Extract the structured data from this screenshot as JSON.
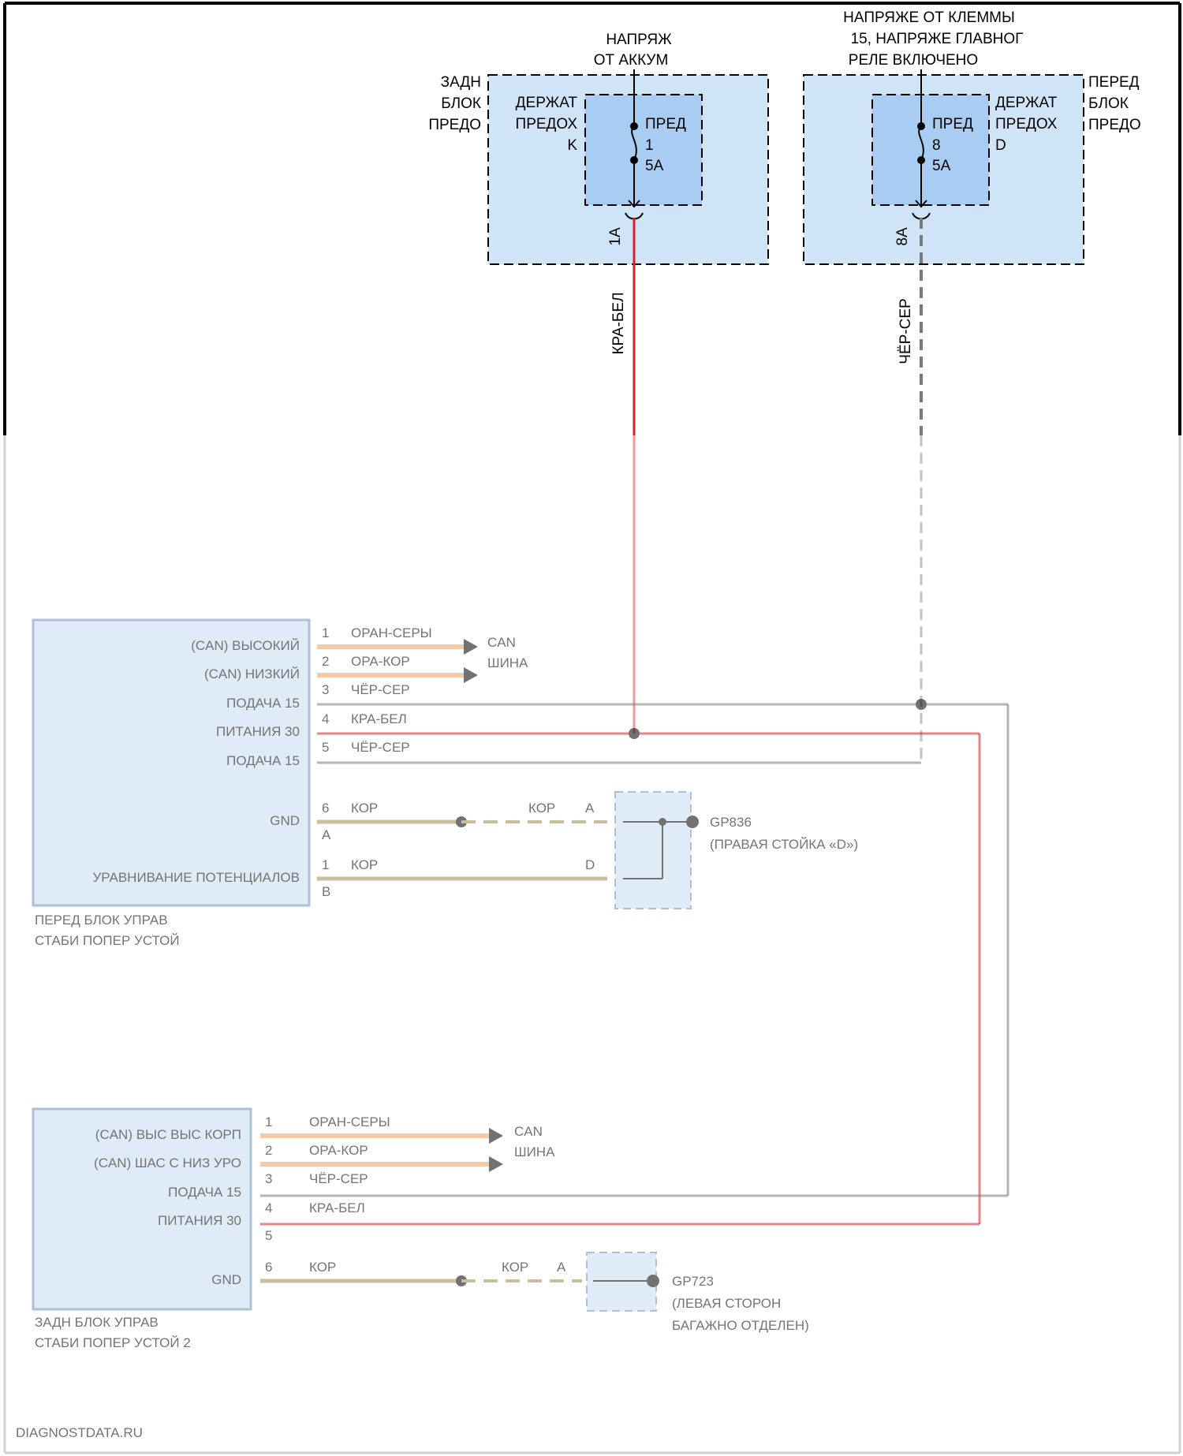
{
  "top_supplies": {
    "battery_voltage": [
      "НАПРЯЖ",
      "ОТ АККУМ"
    ],
    "terminal15_voltage": [
      "НАПРЯЖЕ ОТ КЛЕММЫ",
      "15, НАПРЯЖЕ ГЛАВНОГ",
      "РЕЛЕ ВКЛЮЧЕНО"
    ]
  },
  "rear_fuse_box": {
    "outer_label": [
      "ЗАДН",
      "БЛОК",
      "ПРЕДО"
    ],
    "holder_label": [
      "ДЕРЖАТ",
      "ПРЕДОХ",
      "K"
    ],
    "fuse_label": [
      "ПРЕД",
      "1",
      "5A"
    ],
    "terminal": "1A",
    "wire_color": "КРА-БЕЛ"
  },
  "front_fuse_box": {
    "outer_label": [
      "ПЕРЕД",
      "БЛОК",
      "ПРЕДО"
    ],
    "holder_label": [
      "ДЕРЖАТ",
      "ПРЕДОХ",
      "D"
    ],
    "fuse_label": [
      "ПРЕД",
      "8",
      "5A"
    ],
    "terminal": "8A",
    "wire_color": "ЧЁР-СЕР"
  },
  "front_module": {
    "name": [
      "ПЕРЕД БЛОК УПРАВ",
      "СТАБИ ПОПЕР УСТОЙ"
    ],
    "pins": [
      {
        "pin": "1",
        "label": "(CAN) ВЫСОКИЙ",
        "wire": "ОРАН-СЕРЫ"
      },
      {
        "pin": "2",
        "label": "(CAN) НИЗКИЙ",
        "wire": "ОРА-КОР"
      },
      {
        "pin": "3",
        "label": "ПОДАЧА 15",
        "wire": "ЧЁР-СЕР"
      },
      {
        "pin": "4",
        "label": "ПИТАНИЯ 30",
        "wire": "КРА-БЕЛ"
      },
      {
        "pin": "5",
        "label": "ПОДАЧА 15",
        "wire": "ЧЁР-СЕР"
      },
      {
        "pin": "6",
        "label": "GND",
        "wire": "КОР"
      },
      {
        "pin": "1",
        "label": "УРАВНИВАНИЕ ПОТЕНЦИАЛОВ",
        "wire": "КОР"
      }
    ],
    "can_label": [
      "CAN",
      "ШИНА"
    ],
    "sub_pins": [
      "A",
      "B"
    ],
    "gnd_wire2": "КОР",
    "gnd_conn_a": "A",
    "gnd_conn_d": "D",
    "ground_point": [
      "GP836",
      "(ПРАВАЯ СТОЙКА «D»)"
    ]
  },
  "rear_module": {
    "name": [
      "ЗАДН БЛОК УПРАВ",
      "СТАБИ ПОПЕР УСТОЙ 2"
    ],
    "pins": [
      {
        "pin": "1",
        "label": "(CAN) ВЫС ВЫС КОРП",
        "wire": "ОРАН-СЕРЫ"
      },
      {
        "pin": "2",
        "label": "(CAN) ШАС С НИЗ УРО",
        "wire": "ОРА-КОР"
      },
      {
        "pin": "3",
        "label": "ПОДАЧА 15",
        "wire": "ЧЁР-СЕР"
      },
      {
        "pin": "4",
        "label": "ПИТАНИЯ 30",
        "wire": "КРА-БЕЛ"
      },
      {
        "pin": "6",
        "label": "GND",
        "wire": "КОР"
      }
    ],
    "extra_pin": "5",
    "can_label": [
      "CAN",
      "ШИНА"
    ],
    "gnd_wire2": "КОР",
    "gnd_conn_a": "A",
    "ground_point": [
      "GP723",
      "(ЛЕВАЯ СТОРОН",
      "БАГАЖНО ОТДЕЛЕН)"
    ]
  },
  "watermark": "DIAGNOSTDATA.RU",
  "colors": {
    "red_wire": "#d8202a",
    "gray_wire": "#7b7b7b",
    "orange_wire": "#f0a060",
    "brown_wire": "#a08a50",
    "box_fill": "#cfe4f7",
    "fuse_fill": "#a9cdf2",
    "module_fill": "#c6dcf2"
  }
}
